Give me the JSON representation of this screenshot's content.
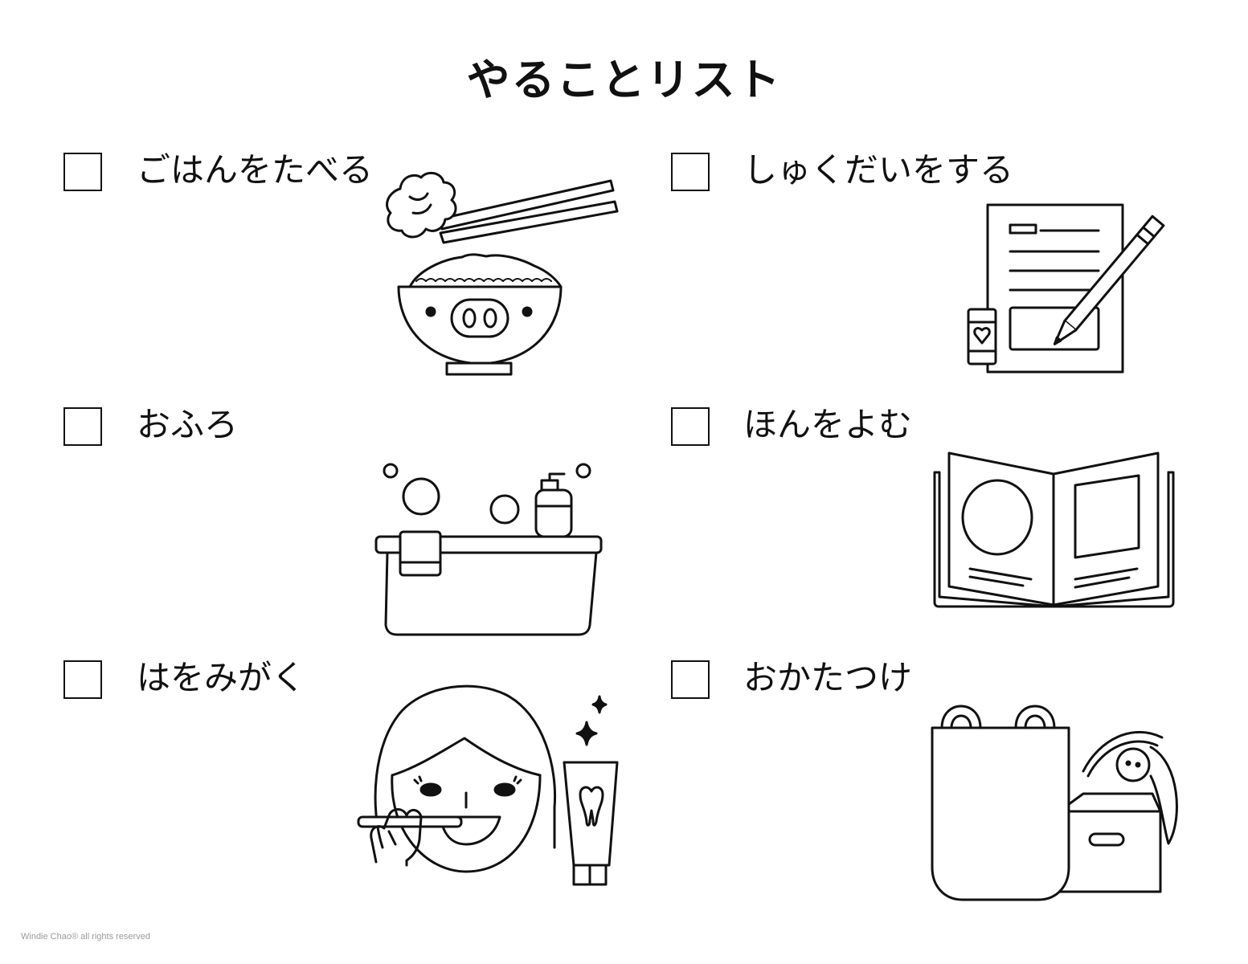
{
  "page": {
    "title": "やることリスト",
    "credit": "Windie Chao® all rights reserved"
  },
  "tasks": [
    {
      "label": "ごはんをたべる",
      "icon": "rice-bowl-chopsticks-icon",
      "checked": false
    },
    {
      "label": "しゅくだいをする",
      "icon": "homework-paper-pencil-icon",
      "checked": false
    },
    {
      "label": "おふろ",
      "icon": "bathtub-icon",
      "checked": false
    },
    {
      "label": "ほんをよむ",
      "icon": "open-book-icon",
      "checked": false
    },
    {
      "label": "はをみがく",
      "icon": "brushing-teeth-icon",
      "checked": false
    },
    {
      "label": "おかたつけ",
      "icon": "tidy-up-bag-box-icon",
      "checked": false
    }
  ],
  "colors": {
    "ink": "#111111",
    "background": "#ffffff",
    "credit": "#9a9a9a"
  }
}
